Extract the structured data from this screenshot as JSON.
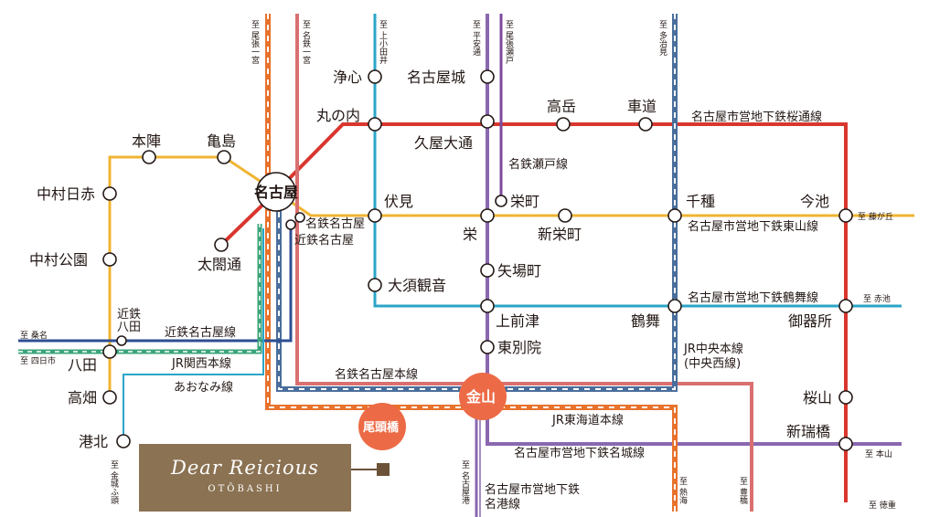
{
  "colors": {
    "meitetsu": "#d97070",
    "jr": "#e8722c",
    "higashiyama": "#f0b432",
    "sakuradori": "#d9362e",
    "tsurumai": "#2ba5c8",
    "meijo": "#8a68b0",
    "seto": "#7d4a9c",
    "kintetsu": "#2e4f93",
    "aonami": "#3aa47a",
    "chuo": "#4a6e9c",
    "highlight": "#ec6b46"
  },
  "directions": {
    "owari_ichinomiya": "至 尾張一宮",
    "meitetsu_ichinomiya": "至 名鉄一宮",
    "kamiotai": "至 上小田井",
    "heian_dori": "至 平安通",
    "owari_seto": "至 尾張瀬戸",
    "tajimi": "至 多治見",
    "kuwana": "至 桑名",
    "yokkaichi": "至 四日市",
    "fujigaoka": "至 藤が丘",
    "akaike": "至 赤池",
    "motoyama": "至 本山",
    "tokushige": "至 徳重",
    "kinjo_futo": "至 金城ふ頭",
    "nagoyako": "至 名古屋港",
    "atsuta": "至 熱海",
    "toyohashi": "至 豊橋"
  },
  "stations": {
    "nagoya": "名古屋",
    "kanayama": "金山",
    "obata": "尾頭橋",
    "josin": "浄心",
    "nagoyajo": "名古屋城",
    "marunouchi": "丸の内",
    "hisaya": "久屋大通",
    "takaoka": "高岳",
    "kurumamichi": "車道",
    "honjin": "本陣",
    "kamejima": "亀島",
    "nakamura_nisseki": "中村日赤",
    "nakamura_koen": "中村公園",
    "taiko": "太閤通",
    "meitetsu_nagoya": "名鉄名古屋",
    "kintetsu_nagoya": "近鉄名古屋",
    "fushimi": "伏見",
    "sakae": "栄",
    "sakaemachi": "栄町",
    "shinsakae": "新栄町",
    "chikusa": "千種",
    "imaike": "今池",
    "yabacho": "矢場町",
    "osu": "大須観音",
    "kamimaezu": "上前津",
    "tsurumai": "鶴舞",
    "gokiso": "御器所",
    "higashibetsuin": "東別院",
    "kintetsu_hatta": "近鉄八田",
    "hatta": "八田",
    "takabata": "高畑",
    "kohoku": "港北",
    "sakurayama": "桜山",
    "shinmizuhashi": "新瑞橋"
  },
  "lines": {
    "sakuradori": "名古屋市営地下鉄桜通線",
    "seto": "名鉄瀬戸線",
    "higashiyama": "名古屋市営地下鉄東山線",
    "tsurumai": "名古屋市営地下鉄鶴舞線",
    "kintetsu": "近鉄名古屋線",
    "jr_kansai": "JR関西本線",
    "aonami": "あおなみ線",
    "meitetsu_main": "名鉄名古屋本線",
    "chuo_1": "JR中央本線",
    "chuo_2": "(中央西線)",
    "tokaido": "JR東海道本線",
    "meijo": "名古屋市営地下鉄名城線",
    "meiko_1": "名古屋市営地下鉄",
    "meiko_2": "名港線"
  },
  "brand": {
    "name": "Dear Reicious",
    "sub": "OTŌBASHI"
  }
}
